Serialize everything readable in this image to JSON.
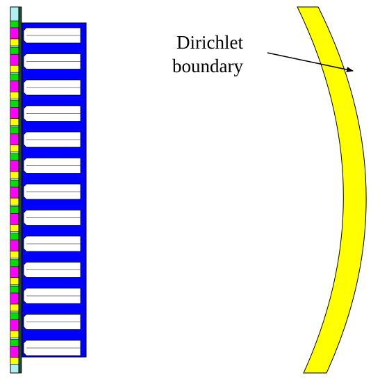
{
  "annotation": {
    "line1": "Dirichlet",
    "line2": "boundary"
  },
  "colors": {
    "background": "#ffffff",
    "magnet_strip": "#aef1f4",
    "segment_green": "#00e000",
    "segment_magenta": "#ff00ff",
    "segment_yellow": "#ffff00",
    "core_blue": "#0000ff",
    "slot_fill": "#ffffff",
    "boundary_band": "#ffff00",
    "outline": "#000000"
  },
  "segment_sequence": [
    "green",
    "magenta",
    "yellow"
  ]
}
